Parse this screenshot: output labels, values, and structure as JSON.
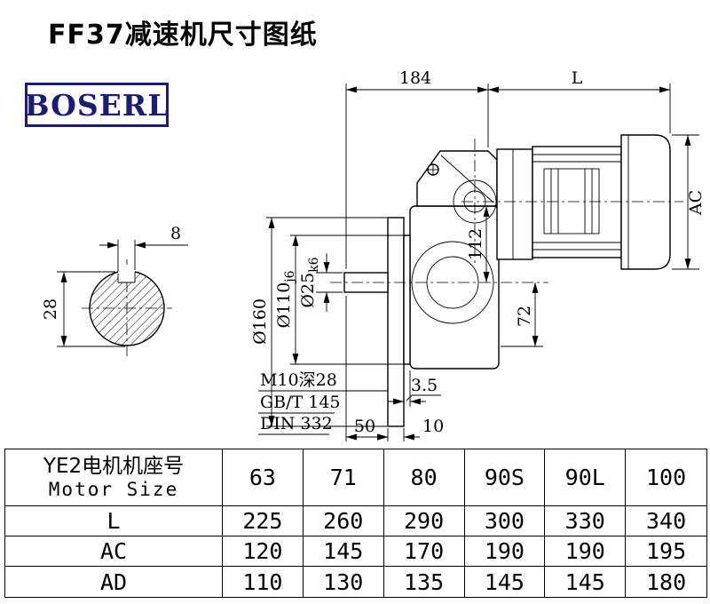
{
  "page": {
    "title": "FF37减速机尺寸图纸",
    "brand": "BOSERL"
  },
  "drawing": {
    "dim_184": "184",
    "dim_L": "L",
    "dim_AC": "AC",
    "dim_8": "8",
    "dim_28": "28",
    "dim_160": "Ø160",
    "dim_110_main": "Ø110",
    "dim_110_sub": "j6",
    "dim_25_main": "Ø25",
    "dim_25_sub": "k6",
    "dim_112": "112",
    "dim_72": "72",
    "note_m10": "M10深28",
    "note_gbt": "GB/T 145",
    "note_din": "DIN 332",
    "dim_3_5": "3.5",
    "dim_50": "50",
    "dim_10": "10"
  },
  "table": {
    "header": {
      "cn": "YE2电机机座号",
      "en": "Motor Size"
    },
    "motor_sizes": [
      "63",
      "71",
      "80",
      "90S",
      "90L",
      "100"
    ],
    "rows": [
      {
        "label": "L",
        "values": [
          "225",
          "260",
          "290",
          "300",
          "330",
          "340"
        ]
      },
      {
        "label": "AC",
        "values": [
          "120",
          "145",
          "170",
          "190",
          "190",
          "195"
        ]
      },
      {
        "label": "AD",
        "values": [
          "110",
          "130",
          "135",
          "145",
          "145",
          "180"
        ]
      }
    ]
  }
}
